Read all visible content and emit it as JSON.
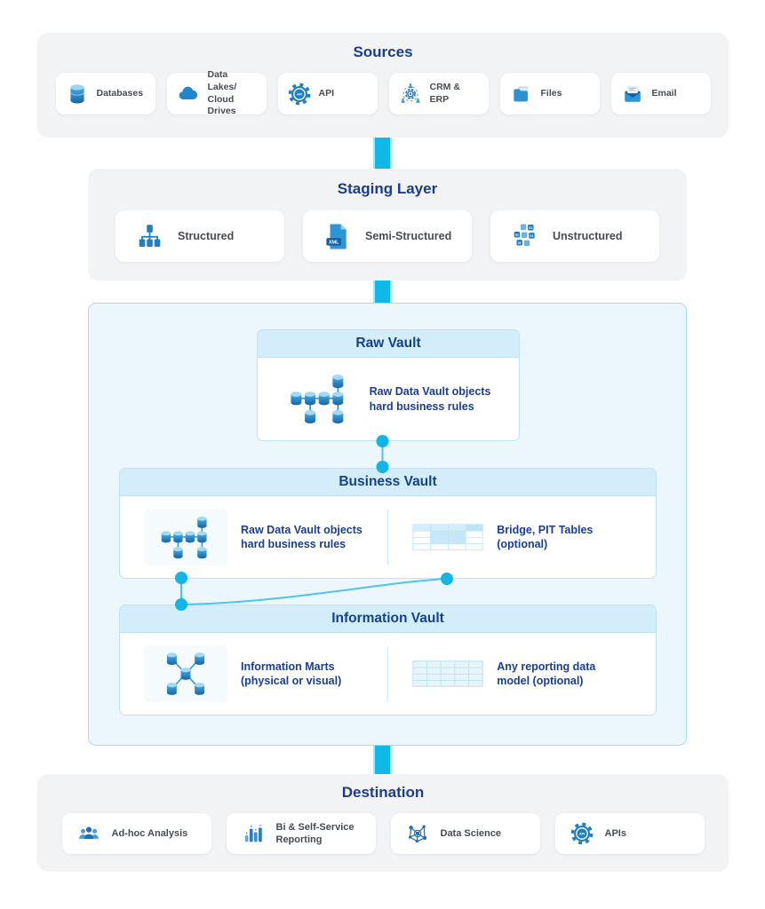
{
  "sources": {
    "title": "Sources",
    "items": [
      {
        "label": "Databases",
        "icon": "database-icon"
      },
      {
        "label": "Data Lakes/\nCloud Drives",
        "icon": "cloud-icon"
      },
      {
        "label": "API",
        "icon": "api-gear-icon"
      },
      {
        "label": "CRM & ERP",
        "icon": "crm-erp-icon"
      },
      {
        "label": "Files",
        "icon": "folder-icon"
      },
      {
        "label": "Email",
        "icon": "email-icon"
      }
    ]
  },
  "staging": {
    "title": "Staging Layer",
    "items": [
      {
        "label": "Structured",
        "icon": "hierarchy-icon"
      },
      {
        "label": "Semi-Structured",
        "icon": "xml-file-icon"
      },
      {
        "label": "Unstructured",
        "icon": "binary-blocks-icon"
      }
    ]
  },
  "vaults": {
    "raw": {
      "title": "Raw Vault",
      "description": "Raw Data Vault objects\nhard business rules"
    },
    "business": {
      "title": "Business Vault",
      "left_description": "Raw Data Vault objects\nhard business rules",
      "right_description": "Bridge, PIT Tables\n(optional)"
    },
    "information": {
      "title": "Information Vault",
      "left_description": "Information Marts\n(physical or visual)",
      "right_description": "Any reporting data\nmodel (optional)"
    }
  },
  "destination": {
    "title": "Destination",
    "items": [
      {
        "label": "Ad-hoc Analysis",
        "icon": "people-icon"
      },
      {
        "label": "Bi & Self-Service\nReporting",
        "icon": "bar-chart-icon"
      },
      {
        "label": "Data Science",
        "icon": "data-science-icon"
      },
      {
        "label": "APIs",
        "icon": "api-gear-icon"
      }
    ]
  },
  "colors": {
    "accent_cyan": "#0fb8e7",
    "heading_blue": "#1b3d91",
    "icon_blue": "#1f7fc0",
    "section_bg": "#f2f3f5",
    "vault_bg": "#ecf7fd",
    "vault_header_bg": "#d3edfa"
  }
}
